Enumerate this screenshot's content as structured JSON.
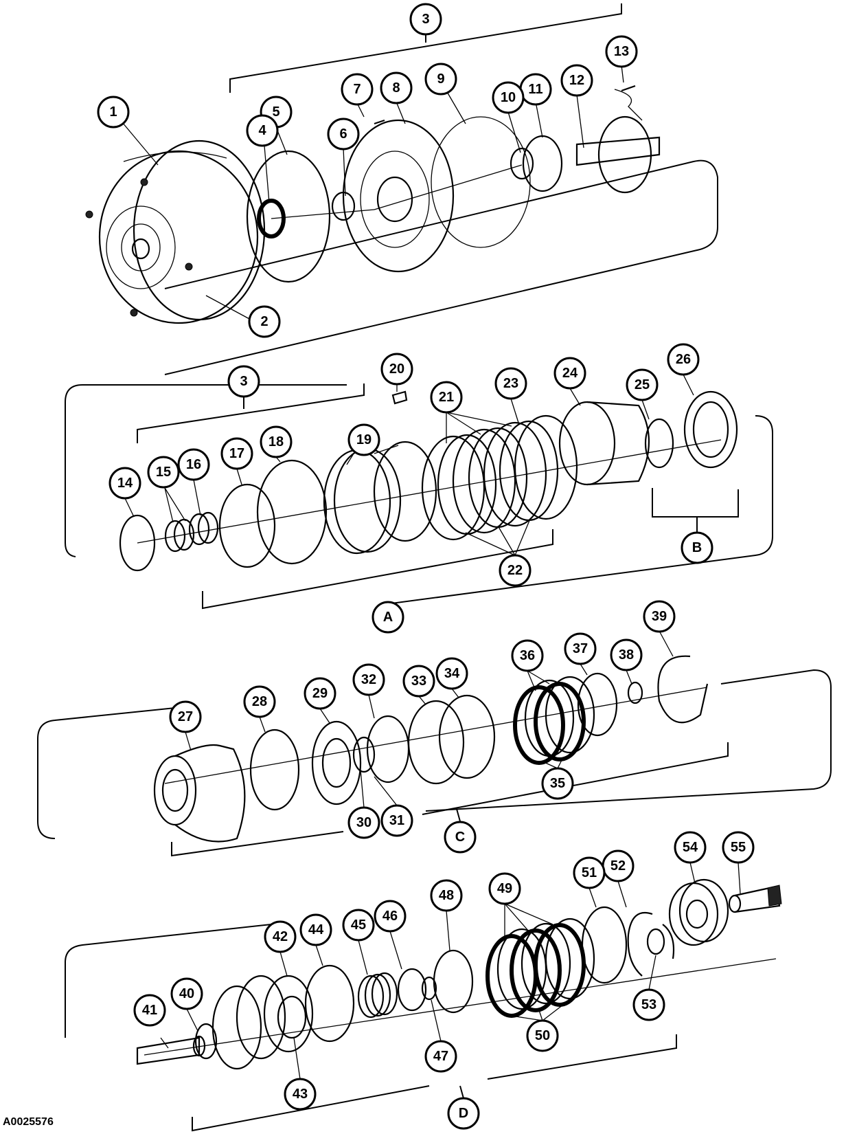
{
  "figure_id": "A0025576",
  "callouts": {
    "c1": "1",
    "c2": "2",
    "c3a": "3",
    "c4": "4",
    "c5": "5",
    "c6": "6",
    "c7": "7",
    "c8": "8",
    "c9": "9",
    "c10": "10",
    "c11": "11",
    "c12": "12",
    "c13": "13",
    "c3b": "3",
    "c14": "14",
    "c15": "15",
    "c16": "16",
    "c17": "17",
    "c18": "18",
    "c19": "19",
    "c20": "20",
    "c21": "21",
    "c22": "22",
    "c23": "23",
    "c24": "24",
    "c25": "25",
    "c26": "26",
    "cA": "A",
    "cB": "B",
    "c27": "27",
    "c28": "28",
    "c29": "29",
    "c30": "30",
    "c31": "31",
    "c32": "32",
    "c33": "33",
    "c34": "34",
    "c35": "35",
    "c36": "36",
    "c37": "37",
    "c38": "38",
    "c39": "39",
    "cC": "C",
    "c40": "40",
    "c41": "41",
    "c42": "42",
    "c43": "43",
    "c44": "44",
    "c45": "45",
    "c46": "46",
    "c47": "47",
    "c48": "48",
    "c49": "49",
    "c50": "50",
    "c51": "51",
    "c52": "52",
    "c53": "53",
    "c54": "54",
    "c55": "55",
    "cD": "D"
  }
}
